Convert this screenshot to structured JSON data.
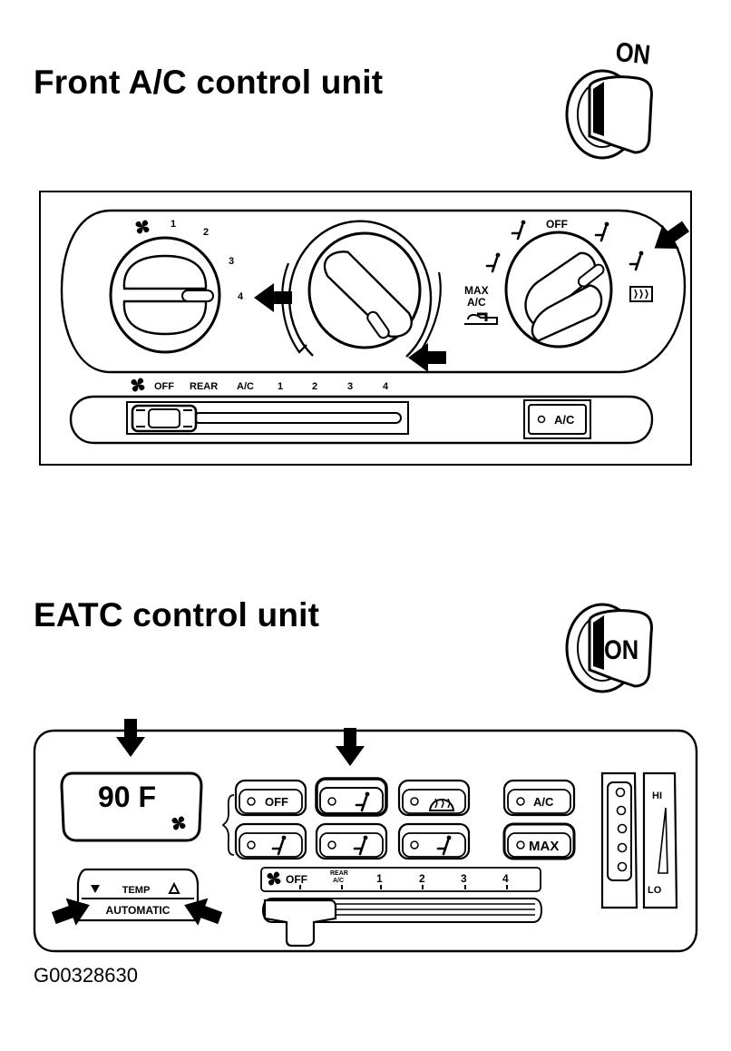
{
  "titles": {
    "front": "Front A/C control unit",
    "eatc": "EATC control unit"
  },
  "figure_id": "G00328630",
  "key_switch": {
    "label": "ON"
  },
  "front_unit": {
    "fan_speeds": [
      "1",
      "2",
      "3",
      "4"
    ],
    "mode_labels": {
      "off": "OFF",
      "max_ac_line1": "MAX",
      "max_ac_line2": "A/C"
    },
    "slider_labels": [
      "OFF",
      "REAR",
      "A/C",
      "1",
      "2",
      "3",
      "4"
    ],
    "ac_button": "A/C"
  },
  "eatc_unit": {
    "display": "90 F",
    "temp_label": "TEMP",
    "automatic_label": "AUTOMATIC",
    "buttons": {
      "off": "OFF",
      "ac": "A/C",
      "max": "MAX"
    },
    "slider": {
      "off": "OFF",
      "rear_line1": "REAR",
      "rear_line2": "A/C",
      "speeds": [
        "1",
        "2",
        "3",
        "4"
      ]
    },
    "range": {
      "hi": "HI",
      "lo": "LO"
    }
  }
}
